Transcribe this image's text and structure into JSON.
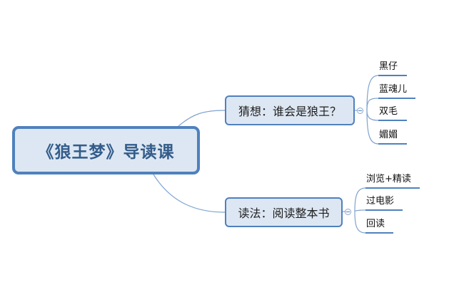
{
  "root": {
    "label": "《狼王梦》导读课"
  },
  "branches": [
    {
      "label": "猜想：谁会是狼王？",
      "children": [
        "黑仔",
        "蓝魂儿",
        "双毛",
        "媚媚"
      ]
    },
    {
      "label": "读法：阅读整本书",
      "children": [
        "浏览+精读",
        "过电影",
        "回读"
      ]
    }
  ],
  "colors": {
    "node_fill": "#dde7f3",
    "node_border": "#4f81bd",
    "root_text": "#335c8a",
    "connector": "#7fa3cf",
    "leaf_underline": "#4f81bd"
  }
}
